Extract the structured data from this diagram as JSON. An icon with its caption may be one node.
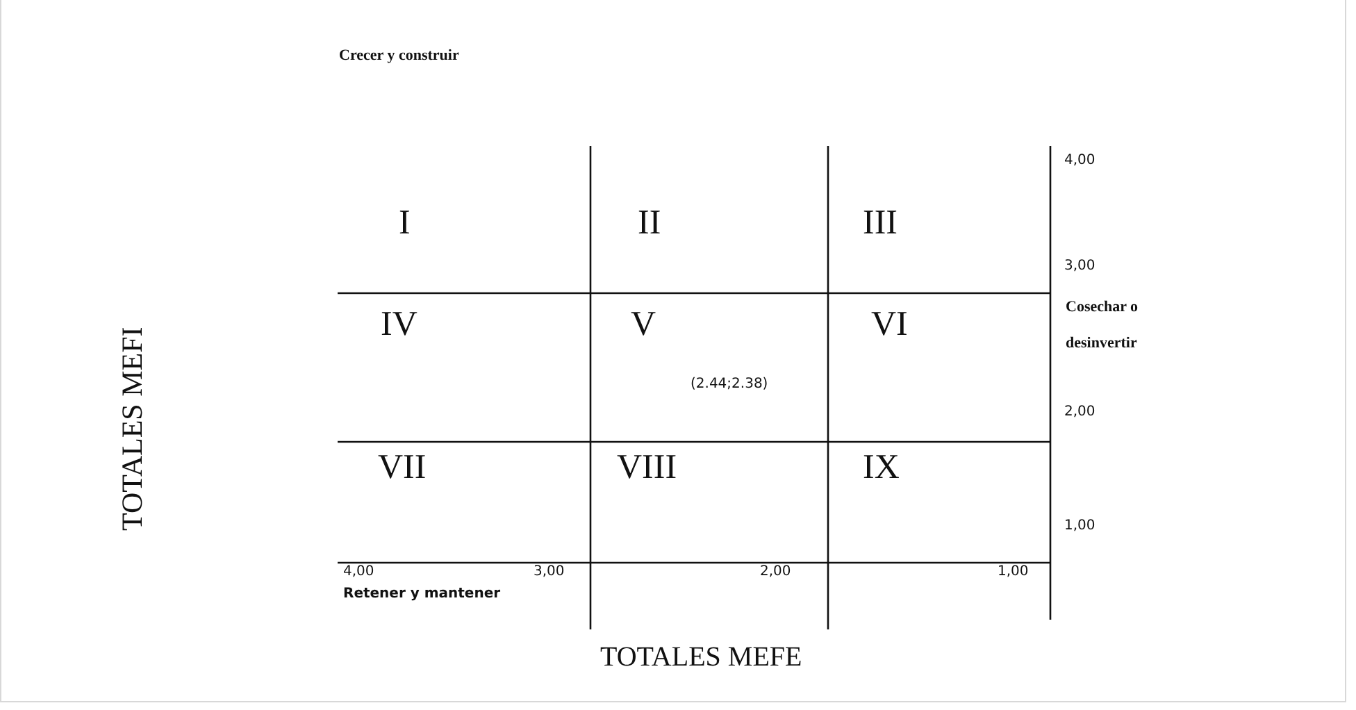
{
  "diagram": {
    "labels": [
      "Crecer y construir",
      "4,00",
      "I",
      "II",
      "III",
      "3,00",
      "IV",
      "V",
      "VI",
      "Cosechar o desinvertir",
      "(2.44;2.38)",
      "2,00",
      "TOTALES MEFI",
      "VII",
      "VIII",
      "IX",
      "1,00",
      "4,00",
      "3,00",
      "2,00",
      "1,00",
      "Retener y mantener",
      "TOTALES MEFE"
    ]
  }
}
